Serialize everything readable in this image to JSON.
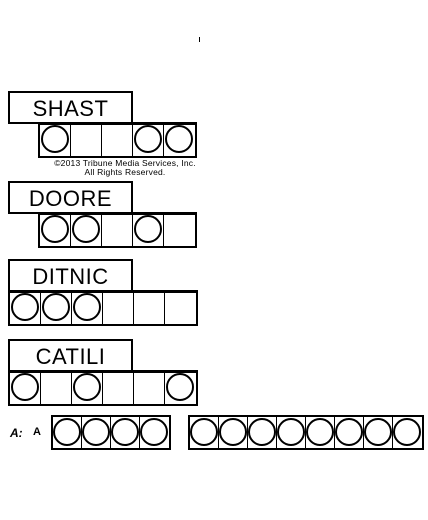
{
  "puzzle": {
    "words": [
      {
        "scramble": "SHAST",
        "circles": [
          true,
          false,
          false,
          true,
          true
        ]
      },
      {
        "scramble": "DOORE",
        "circles": [
          true,
          true,
          false,
          true,
          false
        ]
      },
      {
        "scramble": "DITNIC",
        "circles": [
          true,
          true,
          true,
          false,
          false,
          false
        ]
      },
      {
        "scramble": "CATILI",
        "circles": [
          true,
          false,
          true,
          false,
          false,
          true
        ]
      }
    ],
    "copyright_line1": "©2013 Tribune Media Services, Inc.",
    "copyright_line2": "All Rights Reserved.",
    "answer": {
      "label": "A:",
      "prefix": "A",
      "groups": [
        4,
        8
      ]
    }
  }
}
